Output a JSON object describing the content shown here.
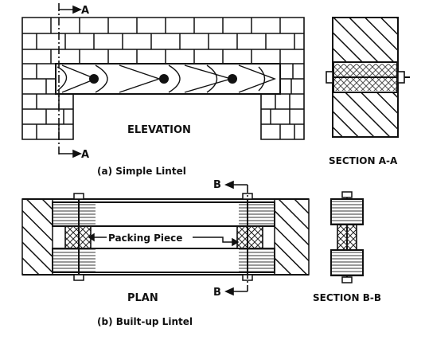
{
  "labels": {
    "section_marker_top": "A",
    "section_marker_bottom": "A",
    "elevation": "ELEVATION",
    "caption_a": "(a) Simple Lintel",
    "section_aa": "SECTION A-A",
    "section_marker_b_top": "B",
    "section_marker_b_bottom": "B",
    "packing_piece": "Packing Piece",
    "plan": "PLAN",
    "caption_b": "(b) Built-up Lintel",
    "section_bb": "SECTION B-B"
  },
  "colors": {
    "ink": "#111111",
    "paper": "#ffffff"
  }
}
